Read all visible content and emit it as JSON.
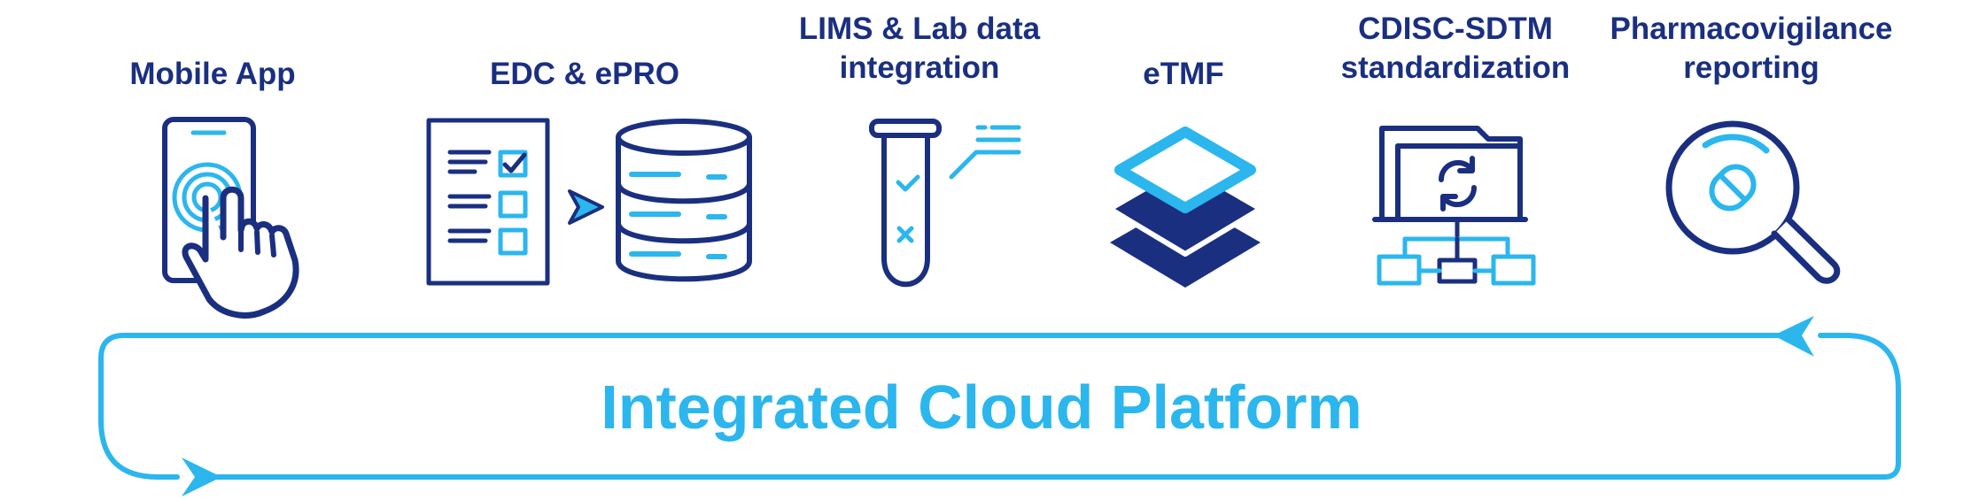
{
  "modules": [
    {
      "id": "mobile",
      "lines": [
        "Mobile App"
      ],
      "icon": "mobile-touch-icon"
    },
    {
      "id": "edc",
      "lines": [
        "EDC & ePRO"
      ],
      "icon": "checklist-database-icon"
    },
    {
      "id": "lims",
      "lines": [
        "LIMS & Lab data",
        "integration"
      ],
      "icon": "test-tube-icon"
    },
    {
      "id": "etmf",
      "lines": [
        "eTMF"
      ],
      "icon": "layers-icon"
    },
    {
      "id": "cdisc",
      "lines": [
        "CDISC-SDTM",
        "standardization"
      ],
      "icon": "folder-sync-icon"
    },
    {
      "id": "pv",
      "lines": [
        "Pharmacovigilance",
        "reporting"
      ],
      "icon": "magnifier-pill-icon"
    }
  ],
  "platform": {
    "title": "Integrated Cloud Platform"
  },
  "colors": {
    "navy": "#1a2f80",
    "accent": "#2bb6ee"
  }
}
